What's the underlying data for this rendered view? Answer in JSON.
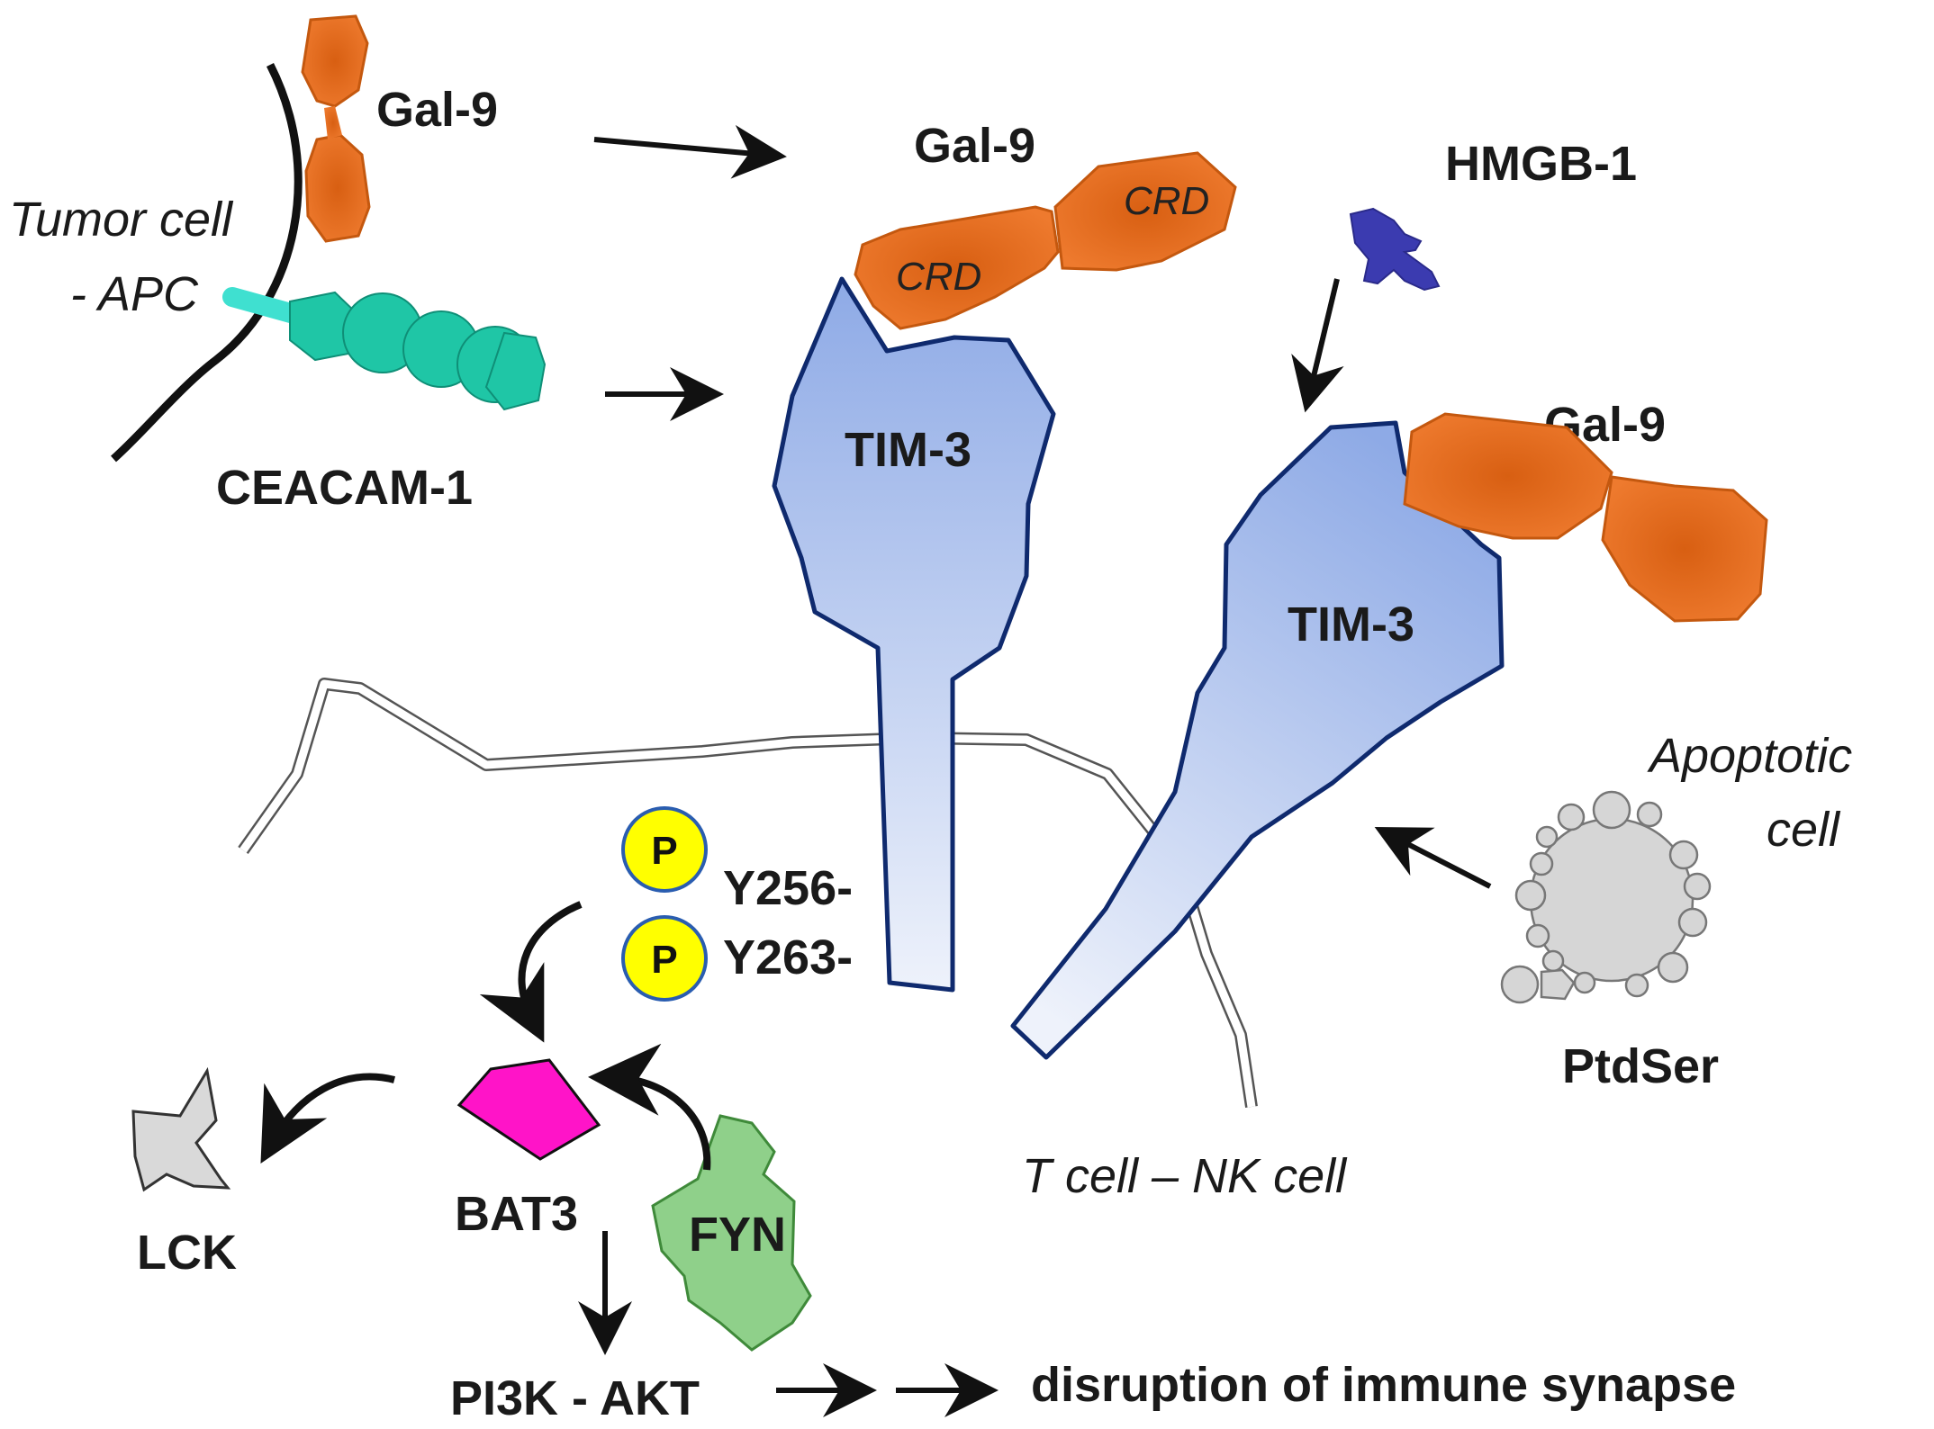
{
  "colors": {
    "galectin": "#e46a1c",
    "galectin_edge": "#c4580f",
    "tim3_fill_top": "#8eaae6",
    "tim3_fill_bottom": "#e6edf9",
    "tim3_stroke": "#0f2a6e",
    "ceacam": "#1fc6a6",
    "ceacam_tail": "#3fe0d0",
    "hmgb": "#3b3bb0",
    "bat3": "#ff14c8",
    "fyn": "#8fd08a",
    "lck": "#d9d9d9",
    "phospho": "#ffff00",
    "phospho_ring": "#2a5db0",
    "apoptotic": "#d6d6d6"
  },
  "labels": {
    "gal9_top_left": "Gal-9",
    "tumor_cell_line1": "Tumor cell",
    "tumor_cell_line2": "- APC",
    "ceacam1": "CEACAM-1",
    "gal9_center": "Gal-9",
    "crd_left": "CRD",
    "crd_right": "CRD",
    "hmgb1": "HMGB-1",
    "gal9_right": "Gal-9",
    "tim3_left": "TIM-3",
    "tim3_right": "TIM-3",
    "apoptotic_line1": "Apoptotic",
    "apoptotic_line2": "cell",
    "ptdser": "PtdSer",
    "p1": "P",
    "p2": "P",
    "y256": "Y256-",
    "y263": "Y263-",
    "bat3": "BAT3",
    "lck": "LCK",
    "fyn": "FYN",
    "pi3k": "PI3K - AKT",
    "disruption": "disruption of immune synapse",
    "t_nk_cell": "T cell – NK cell"
  },
  "icons": [
    "galectin-9-shape",
    "ceacam1-shape",
    "tim3-receptor-shape",
    "hmgb1-shape",
    "apoptotic-cell-shape",
    "bat3-shape",
    "lck-shape",
    "fyn-shape",
    "phosphate-icon",
    "arrow-icon"
  ]
}
